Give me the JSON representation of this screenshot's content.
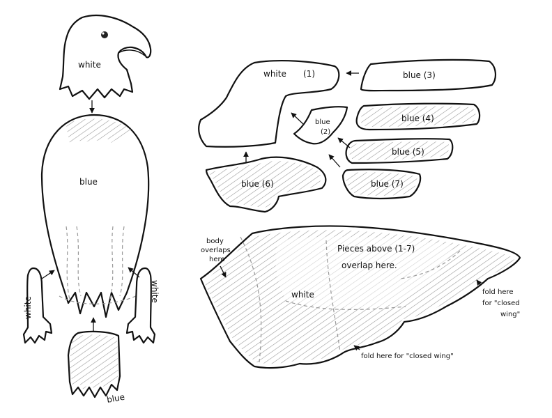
{
  "labels": {
    "head": "white",
    "body": "blue",
    "left_leg": "white",
    "right_leg": "white",
    "tail": "blue",
    "piece_1": "white",
    "piece_1_num": "(1)",
    "piece_2_a": "blue",
    "piece_2_b": "(2)",
    "piece_3": "blue (3)",
    "piece_4": "blue (4)",
    "piece_5": "blue (5)",
    "piece_6": "blue (6)",
    "piece_7": "blue (7)",
    "wing": "white",
    "wing_note_1": "Pieces above (1-7)",
    "wing_note_2": "overlap here.",
    "body_note_1": "body",
    "body_note_2": "overlaps",
    "body_note_3": "here",
    "fold_right_1": "fold here",
    "fold_right_2": "for \"closed",
    "fold_right_3": "wing\"",
    "fold_bottom": "fold here for \"closed wing\""
  },
  "colors": {
    "ink": "#111111",
    "paper": "#ffffff",
    "hatch": "#9a9a9a"
  }
}
